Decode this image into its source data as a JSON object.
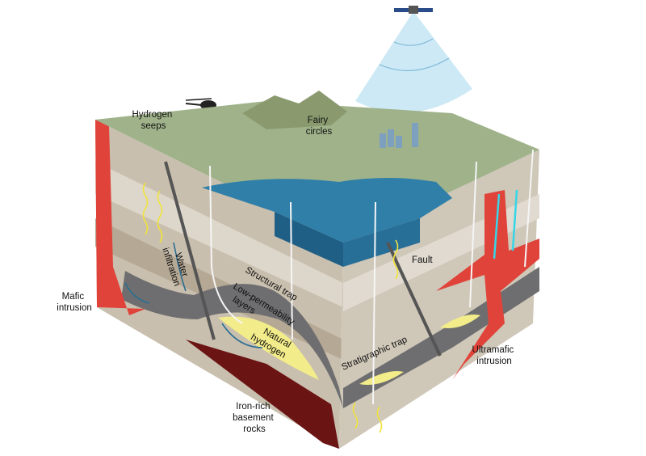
{
  "labels": {
    "hydrogen_seeps": [
      "Hydrogen",
      "seeps"
    ],
    "fairy_circles": [
      "Fairy",
      "circles"
    ],
    "water_infiltration": [
      "Water",
      "infiltration"
    ],
    "structural_trap": "Structural trap",
    "low_permeability": [
      "Low-permeability",
      "layers"
    ],
    "natural_hydrogen": [
      "Natural",
      "hydrogen"
    ],
    "stratigraphic_trap": "Stratigraphic trap",
    "fault": "Fault",
    "mafic_intrusion": [
      "Mafic",
      "intrusion"
    ],
    "ultramafic_intrusion": [
      "Ultramafic",
      "intrusion"
    ],
    "basement": [
      "Iron-rich",
      "basement",
      "rocks"
    ]
  },
  "colors": {
    "surface": "#9fb28a",
    "water": "#2f7fa8",
    "rock_light": "#d8d2c6",
    "rock_dark": "#b9ad9c",
    "trap_layer": "#6e6e70",
    "hydrogen": "#f3ec8a",
    "intrusion": "#e0433a",
    "basement": "#6b1414",
    "satellite_beam": "#bfe3f2"
  }
}
